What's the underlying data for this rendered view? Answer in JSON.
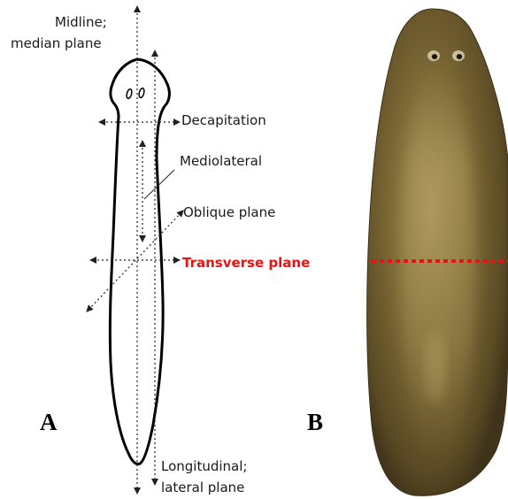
{
  "labels": {
    "midline_1": "Midline;",
    "midline_2": "median plane",
    "decapitation": "Decapitation",
    "mediolateral": "Mediolateral",
    "oblique": "Oblique plane",
    "transverse": "Transverse plane",
    "longitudinal_1": "Longitudinal;",
    "longitudinal_2": "lateral plane"
  },
  "panels": {
    "a": "A",
    "b": "B"
  },
  "colors": {
    "outline": "#000000",
    "dashed_line": "#222222",
    "transverse_label": "#ee1111",
    "transverse_cut": "#ee1111",
    "worm_body": "#6b5a2e",
    "worm_highlight": "#9c8a4e",
    "worm_edge": "#3e3218"
  }
}
